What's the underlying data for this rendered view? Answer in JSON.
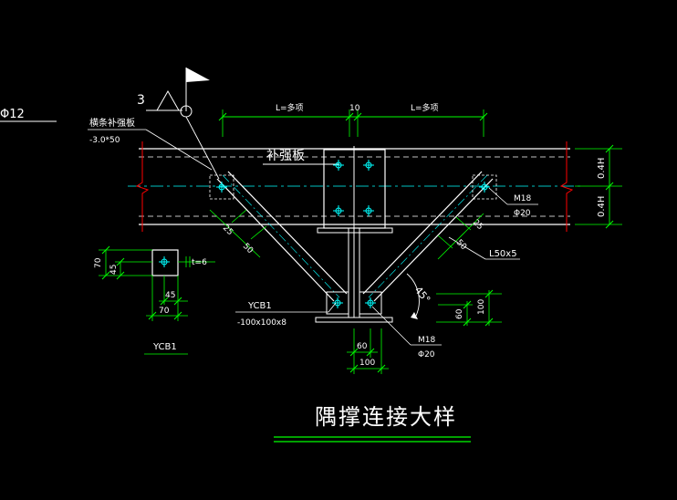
{
  "title": "隅撑连接大样",
  "labels": {
    "rebar_left": "Φ12",
    "flag_number": "3",
    "stiffener_plate": "横条补强板",
    "stiffener_spec": "-3.0*50",
    "patch_plate": "补强板",
    "dim_left_span": "L=多项",
    "dim_center": "10",
    "dim_right_span": "L=多项",
    "dim_right_top": "0.4H",
    "dim_right_bottom": "0.4H",
    "bolt_right": "M18",
    "hole_right": "Φ20",
    "angle_spec": "L50x5",
    "dim_25_left": "25",
    "dim_50_left": "50",
    "dim_25_right": "25",
    "dim_50_right": "50",
    "angle_deg": "45°",
    "dim_100_right": "100",
    "dim_60_right": "60",
    "ycb_label": "YCB1",
    "ycb_spec": "-100x100x8",
    "bolt_bottom": "M18",
    "hole_bottom": "Φ20",
    "dim_60_bottom": "60",
    "dim_100_bottom": "100",
    "detail_70_v": "70",
    "detail_45_v": "45",
    "detail_t": "t=6",
    "detail_45_h": "45",
    "detail_70_h": "70",
    "detail_name": "YCB1"
  },
  "colors": {
    "background": "#000000",
    "white": "#ffffff",
    "green": "#00ff00",
    "red": "#ff0000",
    "cyan": "#00ffff",
    "yellow": "#ffff00"
  }
}
